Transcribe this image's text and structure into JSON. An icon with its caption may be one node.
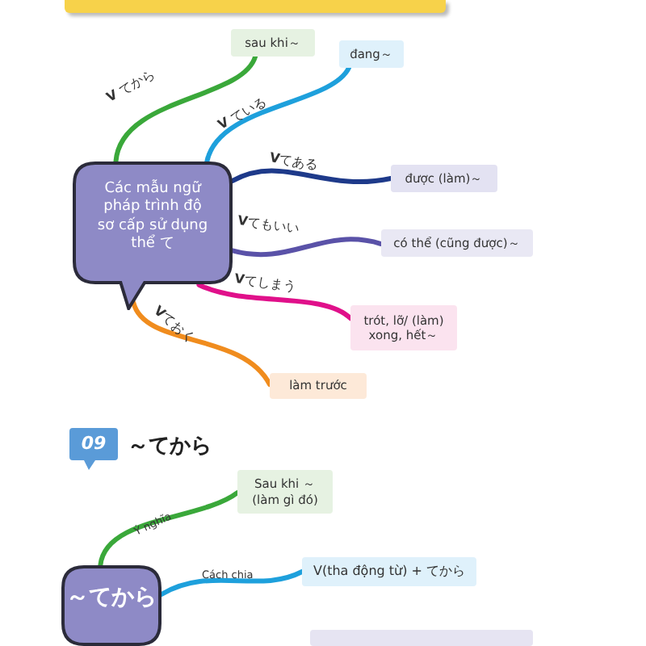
{
  "diagram": {
    "nodes": [
      {
        "text": [
          "Các mẫu ngữ pháp trình độ sơ cấp sử dụng thể て"
        ]
      },
      {
        "text": [
          "sau khi～"
        ]
      },
      {
        "text": [
          "đang～"
        ]
      },
      {
        "text": [
          "được (làm)～"
        ]
      },
      {
        "text": [
          "có thể (cũng được)～"
        ]
      },
      {
        "text": [
          "trót, lỡ/ (làm) xong, hết～"
        ]
      },
      {
        "text": [
          "làm trước"
        ]
      },
      {
        "text": [
          "09"
        ],
        "beside": [
          "～てから"
        ]
      },
      {
        "text": [
          "～てから"
        ]
      },
      {
        "text": [
          "Sau khi ～ (làm gì đó)"
        ]
      },
      {
        "text": [
          "V(tha động từ) + てから"
        ]
      },
      {
        "text": [],
        "shape": "box"
      }
    ],
    "edges": [
      {
        "from": 0,
        "to": 1,
        "arrow": "none",
        "label": "**V** てから",
        "color": "#3aa83a"
      },
      {
        "from": 0,
        "to": 2,
        "arrow": "none",
        "label": "**V** ている",
        "color": "#1ea0dc"
      },
      {
        "from": 0,
        "to": 3,
        "arrow": "none",
        "label": "**V**てある",
        "color": "#1e3a8a"
      },
      {
        "from": 0,
        "to": 4,
        "arrow": "none",
        "label": "**V**てもいい",
        "color": "#5a52a8"
      },
      {
        "from": 0,
        "to": 5,
        "arrow": "none",
        "label": "**V**てしまう",
        "color": "#e0108a"
      },
      {
        "from": 0,
        "to": 6,
        "arrow": "none",
        "label": "**V**ておく",
        "color": "#f08c1e"
      },
      {
        "from": 8,
        "to": 9,
        "arrow": "none",
        "label": "Ý nghĩa",
        "color": "#3aa83a"
      },
      {
        "from": 8,
        "to": 10,
        "arrow": "none",
        "label": "Cách chia",
        "color": "#1ea0dc"
      }
    ]
  }
}
